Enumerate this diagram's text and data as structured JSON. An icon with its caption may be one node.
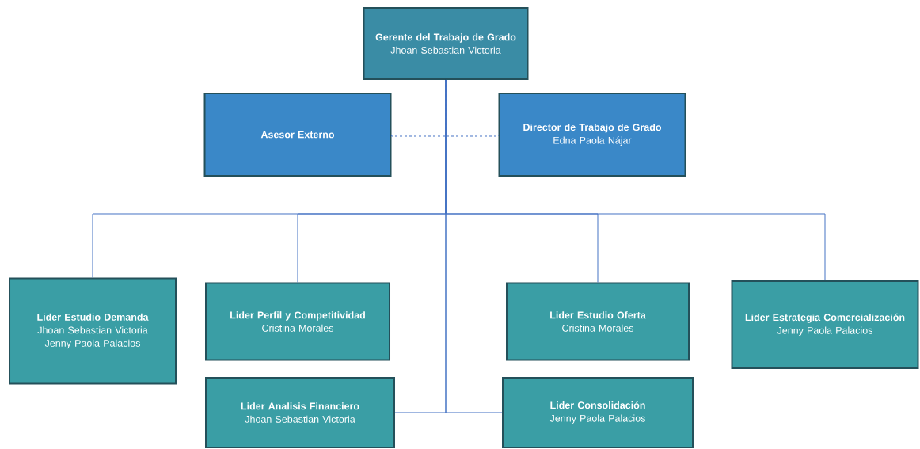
{
  "diagram": {
    "nodes": [
      {
        "text": [
          "Gerente del Trabajo de Grado",
          "Jhoan Sebastian Victoria"
        ]
      },
      {
        "text": [
          "Asesor Externo"
        ]
      },
      {
        "text": [
          "Director de Trabajo de Grado",
          "Edna Paola Nájar"
        ]
      },
      {
        "text": [
          "Lider Estudio Demanda",
          "Jhoan Sebastian Victoria",
          "Jenny Paola Palacios"
        ]
      },
      {
        "text": [
          "Lider Perfil y Competitividad",
          "Cristina Morales"
        ]
      },
      {
        "text": [
          "Lider Estudio Oferta",
          "Cristina Morales"
        ]
      },
      {
        "text": [
          "Lider Estrategia Comercialización",
          "Jenny Paola Palacios"
        ]
      },
      {
        "text": [
          "Lider Analisis Financiero",
          "Jhoan Sebastian Victoria"
        ]
      },
      {
        "text": [
          "Lider Consolidación",
          "Jenny Paola Palacios"
        ]
      }
    ],
    "edges": [
      {
        "from": 0,
        "to": 1,
        "arrow": "none",
        "style": "dashed"
      },
      {
        "from": 0,
        "to": 2,
        "arrow": "none",
        "style": "dashed"
      },
      {
        "from": 0,
        "to": 3,
        "arrow": "none"
      },
      {
        "from": 0,
        "to": 4,
        "arrow": "none"
      },
      {
        "from": 0,
        "to": 5,
        "arrow": "none"
      },
      {
        "from": 0,
        "to": 6,
        "arrow": "none"
      },
      {
        "from": 0,
        "to": 7,
        "arrow": "none"
      },
      {
        "from": 0,
        "to": 8,
        "arrow": "none"
      }
    ]
  }
}
